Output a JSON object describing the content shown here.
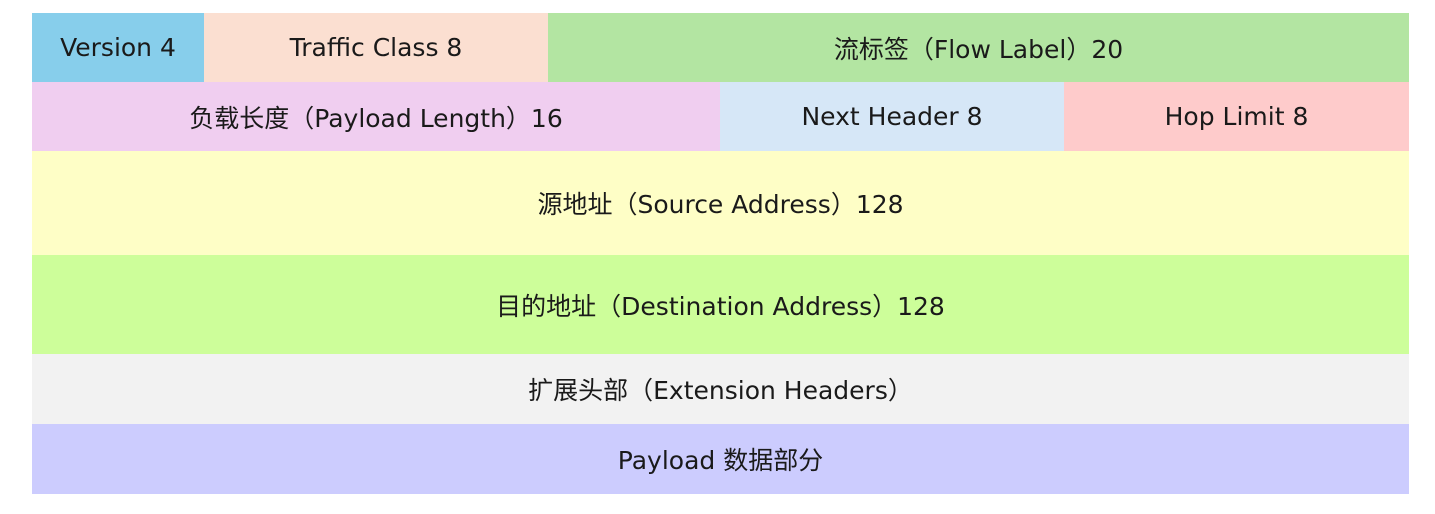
{
  "rows": [
    {
      "cells": [
        {
          "label": "Version 4",
          "color": "#87CEEB"
        },
        {
          "label": "Traffic Class 8",
          "color": "#FBDFD1"
        },
        {
          "label": "流标签（Flow Label）20",
          "color": "#B3E5A2"
        }
      ]
    },
    {
      "cells": [
        {
          "label": "负载长度（Payload Length）16",
          "color": "#F0CEF0"
        },
        {
          "label": "Next Header 8",
          "color": "#D6E7F7"
        },
        {
          "label": "Hop Limit  8",
          "color": "#FECBCB"
        }
      ]
    },
    {
      "cells": [
        {
          "label": "源地址（Source Address）128",
          "color": "#FEFEC6"
        }
      ]
    },
    {
      "cells": [
        {
          "label": "目的地址（Destination Address）128",
          "color": "#CDFE9A"
        }
      ]
    },
    {
      "cells": [
        {
          "label": "扩展头部（Extension Headers）",
          "color": "#F2F2F2"
        }
      ]
    },
    {
      "cells": [
        {
          "label": "Payload 数据部分",
          "color": "#CCCCFE"
        }
      ]
    }
  ]
}
